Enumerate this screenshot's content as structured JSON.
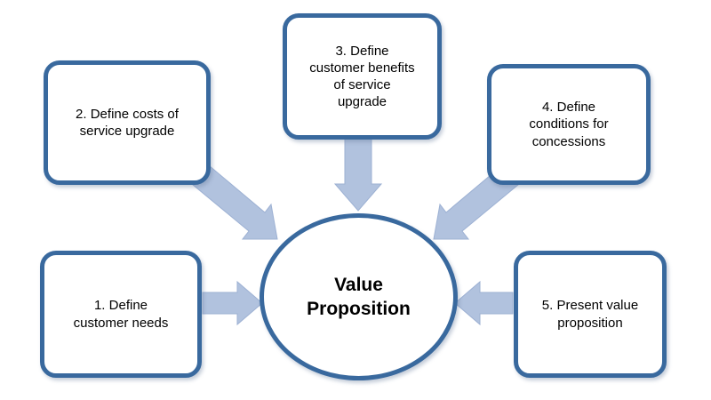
{
  "diagram": {
    "center": {
      "label": "Value Proposition"
    },
    "steps": [
      {
        "label": "1. Define customer needs"
      },
      {
        "label": "2. Define costs of service upgrade"
      },
      {
        "label": "3. Define customer benefits of service upgrade"
      },
      {
        "label": "4. Define conditions for concessions"
      },
      {
        "label": "5. Present value proposition"
      }
    ],
    "colors": {
      "border": "#39699E",
      "arrow_fill": "#B1C2DE",
      "arrow_edge": "#9DB1D3",
      "box_fill": "#FFFFFF",
      "text": "#000000",
      "background": "#FFFFFF"
    }
  }
}
